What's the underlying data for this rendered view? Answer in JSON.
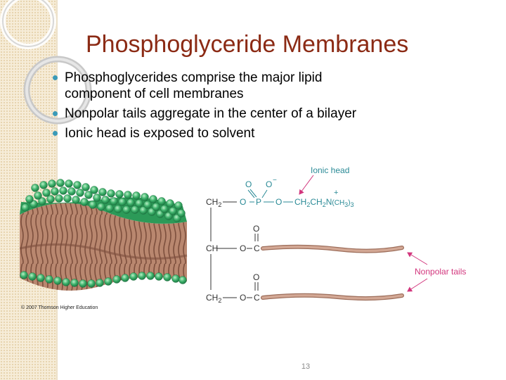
{
  "slide": {
    "title": "Phosphoglyceride Membranes",
    "bullets": [
      {
        "line1": "Phosphoglycerides comprise the major lipid",
        "line2": "component of cell membranes"
      },
      {
        "line1": "Nonpolar tails aggregate in the center of a bilayer"
      },
      {
        "line1": "Ionic head is exposed to solvent"
      }
    ],
    "page_number": "13"
  },
  "figure": {
    "copyright": "© 2007 Thomson Higher Education",
    "ionic_head_label": "Ionic head",
    "nonpolar_tails_label": "Nonpolar tails",
    "formula": {
      "ch2_top": "CH",
      "ch_mid": "CH",
      "ch2_bottom": "CH",
      "sub2": "2",
      "sub3": "3",
      "o": "O",
      "o_minus": "O",
      "minus": "−",
      "p": "P",
      "c": "C",
      "head_ch": "CH",
      "head_n": "N",
      "plus": "+",
      "head_paren_open": "(CH",
      "head_paren_close": ")"
    }
  },
  "colors": {
    "title": "#8b2a14",
    "bullet": "#3a9ab8",
    "teal_formula": "#2a8a96",
    "arrow": "#d2367d",
    "tail": "#c49a86",
    "tail_edge": "#9d6e5b",
    "head_green": "#3db06a"
  }
}
